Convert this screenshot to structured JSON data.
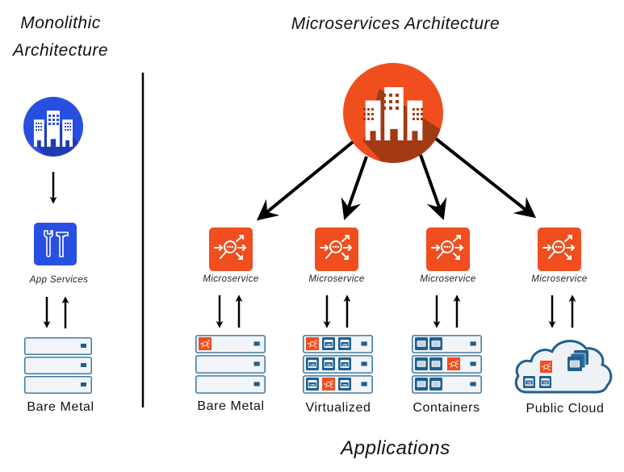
{
  "monolithic": {
    "title_line1": "Monolithic",
    "title_line2": "Architecture",
    "app_icon": "building-icon",
    "services_icon": "tools-icon",
    "services_label": "App Services",
    "infrastructure_label": "Bare Metal",
    "accent_color": "#2850e0"
  },
  "microservices": {
    "title": "Microservices Architecture",
    "app_icon": "building-icon",
    "accent_color": "#f04e1e",
    "services": [
      {
        "label": "Microservice",
        "icon": "microservice-icon",
        "infrastructure": "Bare Metal"
      },
      {
        "label": "Microservice",
        "icon": "microservice-icon",
        "infrastructure": "Virtualized"
      },
      {
        "label": "Microservice",
        "icon": "microservice-icon",
        "infrastructure": "Containers"
      },
      {
        "label": "Microservice",
        "icon": "microservice-icon",
        "infrastructure": "Public Cloud"
      }
    ]
  },
  "footer": {
    "label": "Applications"
  },
  "vm_label": "VM"
}
